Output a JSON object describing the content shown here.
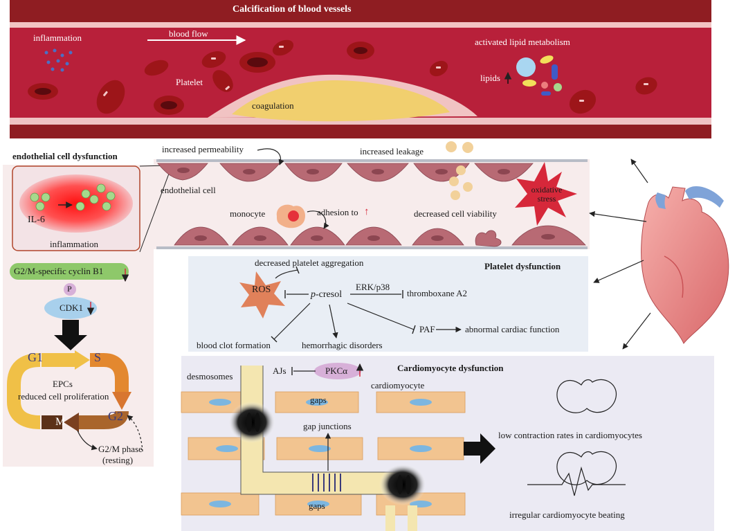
{
  "vessel": {
    "title": "Calcification of blood vessels",
    "inflammation": "inflammation",
    "blood_flow": "blood  flow",
    "platelet": "Platelet",
    "coagulation": "coagulation",
    "lipid_metabolism": "activated lipid metabolism",
    "lipids": "lipids"
  },
  "endothelial": {
    "title": "endothelial cell dysfunction",
    "il6": "IL-6",
    "inflammation": "inflammation",
    "increased_permeability": "increased permeability",
    "increased_leakage": "increased leakage",
    "endothelial_cell": "endothelial cell",
    "monocyte": "monocyte",
    "adhesion": "adhesion to",
    "decreased_viability": "decreased cell viability",
    "oxidative_stress": "oxidative stress"
  },
  "cell_cycle": {
    "cyclin": "G2/M-specific cyclin B1",
    "p": "P",
    "cdk1": "CDK1",
    "g1": "G1",
    "s": "S",
    "g2": "G2",
    "m": "M",
    "epcs": "EPCs",
    "reduced": "reduced cell proliferation",
    "phase": "G2/M phase",
    "resting": "(resting)"
  },
  "platelet": {
    "title": "Platelet dysfunction",
    "decreased_aggregation": "decreased platelet aggregation",
    "ros": "ROS",
    "p_prefix": "p",
    "cresol": "-cresol",
    "erk": "ERK/p38",
    "thromboxane": "thromboxane A2",
    "paf": "PAF",
    "abnormal": "abnormal cardiac function",
    "clot": "blood clot formation",
    "hemorrhagic": "hemorrhagic disorders"
  },
  "cardio": {
    "title": "Cardiomyocyte dysfunction",
    "desmosomes": "desmosomes",
    "ajs": "AJs",
    "pkc": "PKCα",
    "cardiomyocyte": "cardiomyocyte",
    "gaps_top": "gaps",
    "gap_junctions": "gap junctions",
    "gaps_bottom": "gaps",
    "low_contraction": "low contraction rates in cardiomyocytes",
    "irregular": "irregular cardiomyocyte beating"
  },
  "colors": {
    "vessel_dark": "#8f1d22",
    "vessel_lumen": "#b8203a",
    "platelet_panel": "#e9eef5",
    "cardio_panel": "#ebeaf3",
    "endo_panel": "#f7ecec",
    "red_arrow": "#d6283a"
  }
}
